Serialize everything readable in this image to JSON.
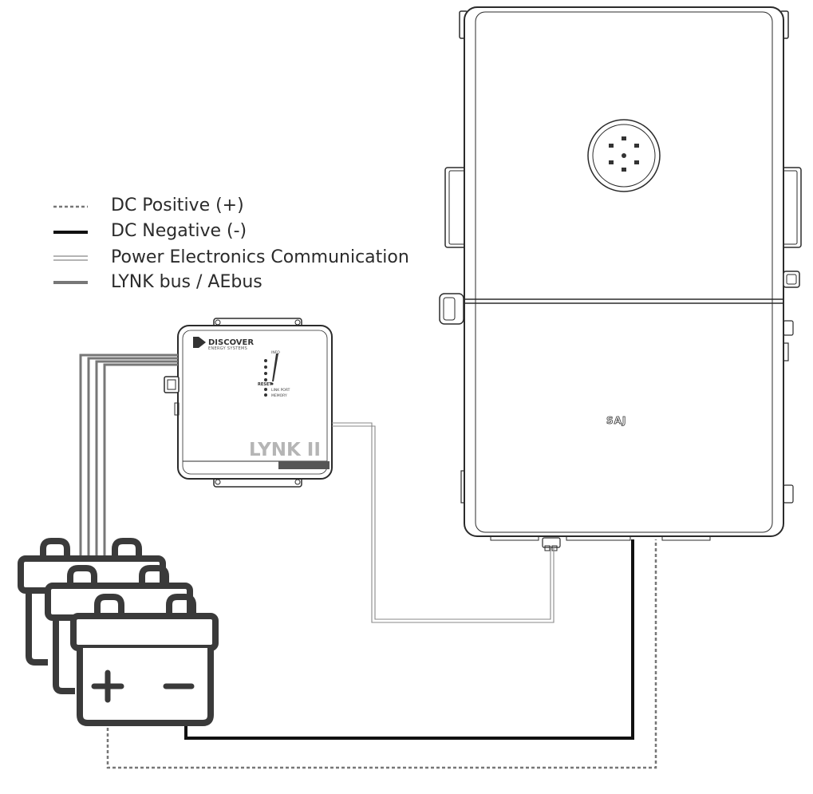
{
  "legend": [
    {
      "label": "DC Positive (+)",
      "style": "dashed",
      "color": "#777777"
    },
    {
      "label": "DC Negative (-)",
      "style": "solid-thick",
      "color": "#111111"
    },
    {
      "label": "Power Electronics Communication",
      "style": "double",
      "color": "#888888"
    },
    {
      "label": "LYNK bus / AEbus",
      "style": "solid-gray",
      "color": "#777777"
    }
  ],
  "lynk": {
    "brand": "DISCOVER",
    "brand_sub": "ENERGY SYSTEMS",
    "model": "LYNK II",
    "reset_label": "RESET",
    "link_port_label": "LINK PORT",
    "memory_label": "MEMORY",
    "info_label": "INFO"
  },
  "inverter": {
    "brand": "SAJ"
  },
  "colors": {
    "outline": "#2b2b2b",
    "battery": "#3a3a3a",
    "lynk_bar": "#555555"
  }
}
